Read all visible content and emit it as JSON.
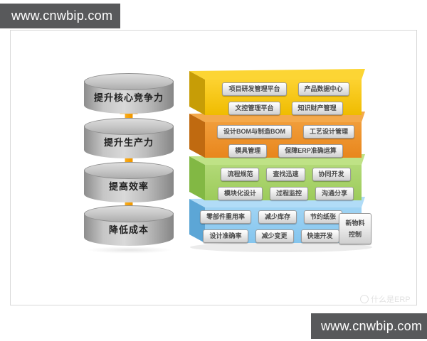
{
  "watermarks": {
    "top_left": "www.cnwbip.com",
    "bottom_right": "www.cnwbip.com",
    "faint": "什么是ERP"
  },
  "colors": {
    "watermark_bg": "#58595b",
    "yellow": "#f3c000",
    "orange": "#ee8f26",
    "green": "#a8d468",
    "blue": "#8fccf1",
    "arrow_orange": "#f59d00",
    "cylinder_gray": "#bcbcbc"
  },
  "goals": {
    "items": [
      {
        "label": "提升核心竞争力"
      },
      {
        "label": "提升生产力"
      },
      {
        "label": "提高效率"
      },
      {
        "label": "降低成本"
      }
    ],
    "arrow_icon": "up-arrow-icon"
  },
  "layers": [
    {
      "name": "yellow-layer",
      "color": "#f3c000",
      "rows": [
        [
          "项目研发管理平台",
          "产品数据中心"
        ],
        [
          "文控管理平台",
          "知识财产管理"
        ]
      ]
    },
    {
      "name": "orange-layer",
      "color": "#ee8f26",
      "rows": [
        [
          "设计BOM与制造BOM",
          "工艺设计管理"
        ],
        [
          "模具管理",
          "保障ERP准确运算"
        ]
      ]
    },
    {
      "name": "green-layer",
      "color": "#a8d468",
      "rows": [
        [
          "流程规范",
          "查找迅速",
          "协同开发"
        ],
        [
          "模块化设计",
          "过程监控",
          "沟通分享"
        ]
      ]
    },
    {
      "name": "blue-layer",
      "color": "#8fccf1",
      "rows": [
        [
          "零部件重用率",
          "减少库存",
          "节约纸张"
        ],
        [
          "设计准确率",
          "减少变更",
          "快速开发"
        ]
      ],
      "side_button": {
        "line1": "新物料",
        "line2": "控制"
      }
    }
  ]
}
